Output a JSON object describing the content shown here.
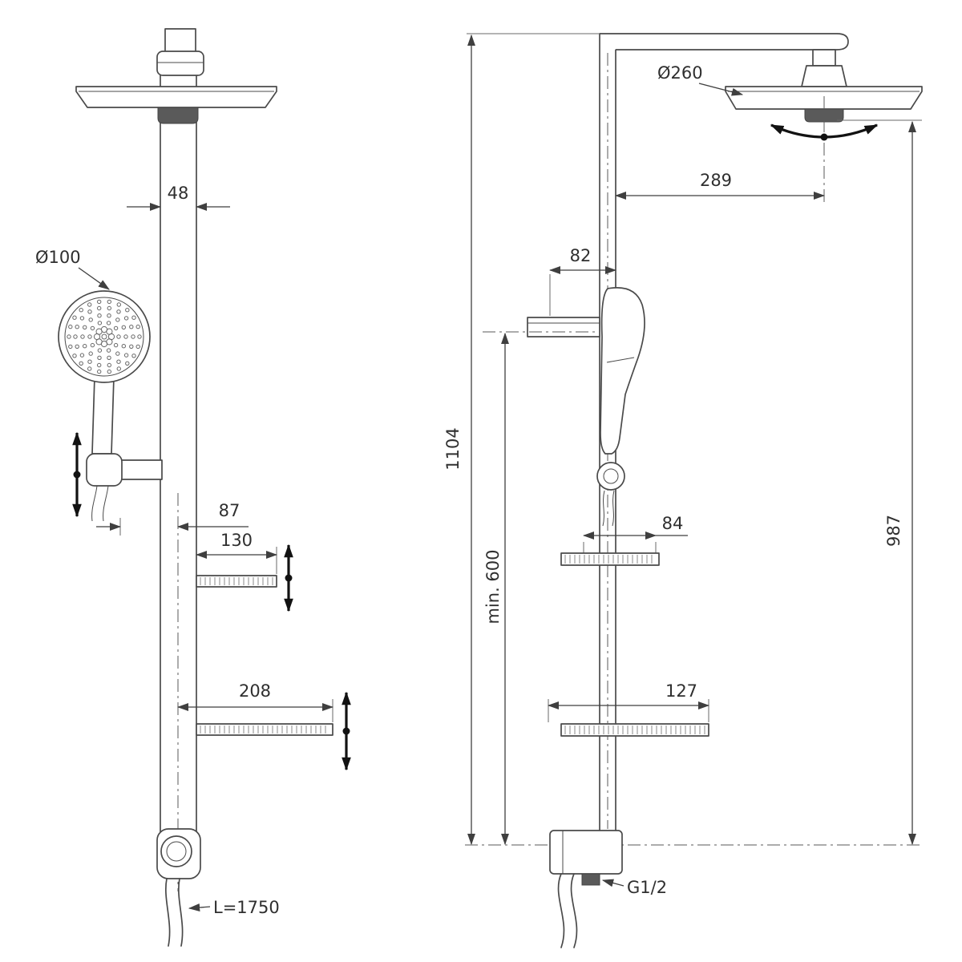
{
  "front_view": {
    "column_width_label": "48",
    "hand_shower_diameter_label": "Ø100",
    "offset_label": "87",
    "upper_shelf_width_label": "130",
    "lower_shelf_width_label": "208",
    "hose_length_label": "L=1750"
  },
  "side_view": {
    "head_diameter_label": "Ø260",
    "head_offset_label": "289",
    "holder_depth_label": "82",
    "total_height_label": "1104",
    "min_height_label": "min. 600",
    "upper_shelf_depth_label": "84",
    "head_height_label": "987",
    "lower_shelf_depth_label": "127",
    "connection_label": "G1/2"
  },
  "colors": {
    "line": "#4a4a4a",
    "dimension": "#3f3f3f",
    "text": "#2f2f2f",
    "accent_dark": "#5a5a5a",
    "background": "#ffffff"
  }
}
